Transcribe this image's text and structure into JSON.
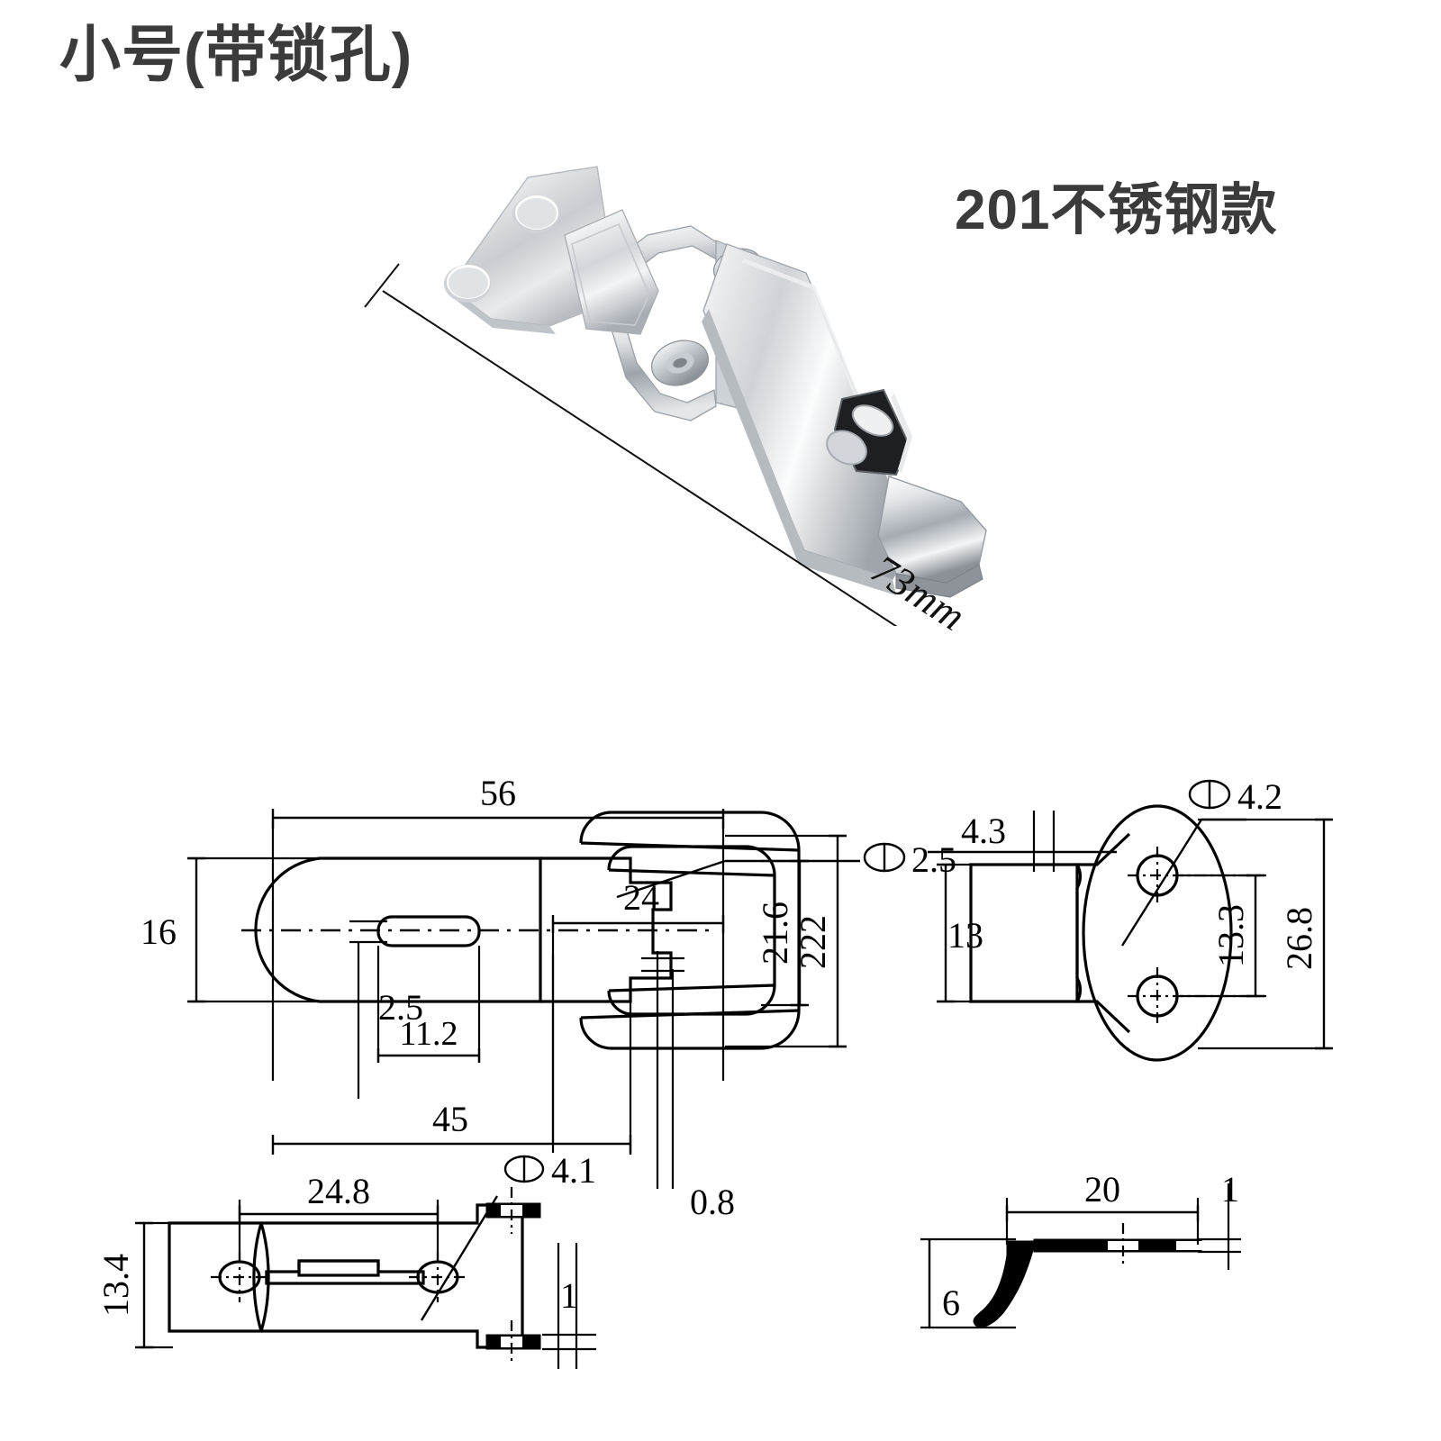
{
  "header": {
    "title_cn": "小号(带锁孔)",
    "material_cn": "201不锈钢款"
  },
  "photo": {
    "name": "stainless-steel-toggle-latch-photo",
    "overall_length_label": "73mm",
    "finish": "polished stainless steel",
    "parts": [
      "mounting-plate",
      "wire-loop",
      "latch-lever",
      "padlock-hole",
      "finger-lift"
    ]
  },
  "drawings": {
    "front_view": {
      "name": "front-view",
      "dims": {
        "overall_length": "56",
        "loop_length": "24",
        "plate_offset": "2.5",
        "plate_height": "16",
        "slot_length": "11.2",
        "lever_length": "45",
        "loop_height": "21.6",
        "overall_height": "222",
        "material_thickness": "0.8",
        "hole_dia": "2.5",
        "hole_dia_symbol": "Φ"
      }
    },
    "side_view": {
      "name": "catch-plate-view",
      "dims": {
        "tab_offset": "4.3",
        "hole_dia": "4.2",
        "hole_dia_symbol": "Φ",
        "tab_height": "13",
        "hole_spacing": "13.3",
        "plate_height": "26.8"
      }
    },
    "bottom_view": {
      "name": "top-view",
      "dims": {
        "hole_spacing": "24.8",
        "hole_dia": "4.1",
        "hole_dia_symbol": "Φ",
        "width": "13.4",
        "thickness": "1"
      }
    },
    "section_view": {
      "name": "catch-hook-section-view",
      "dims": {
        "length": "20",
        "thickness": "1",
        "hook_depth": "6"
      }
    }
  }
}
